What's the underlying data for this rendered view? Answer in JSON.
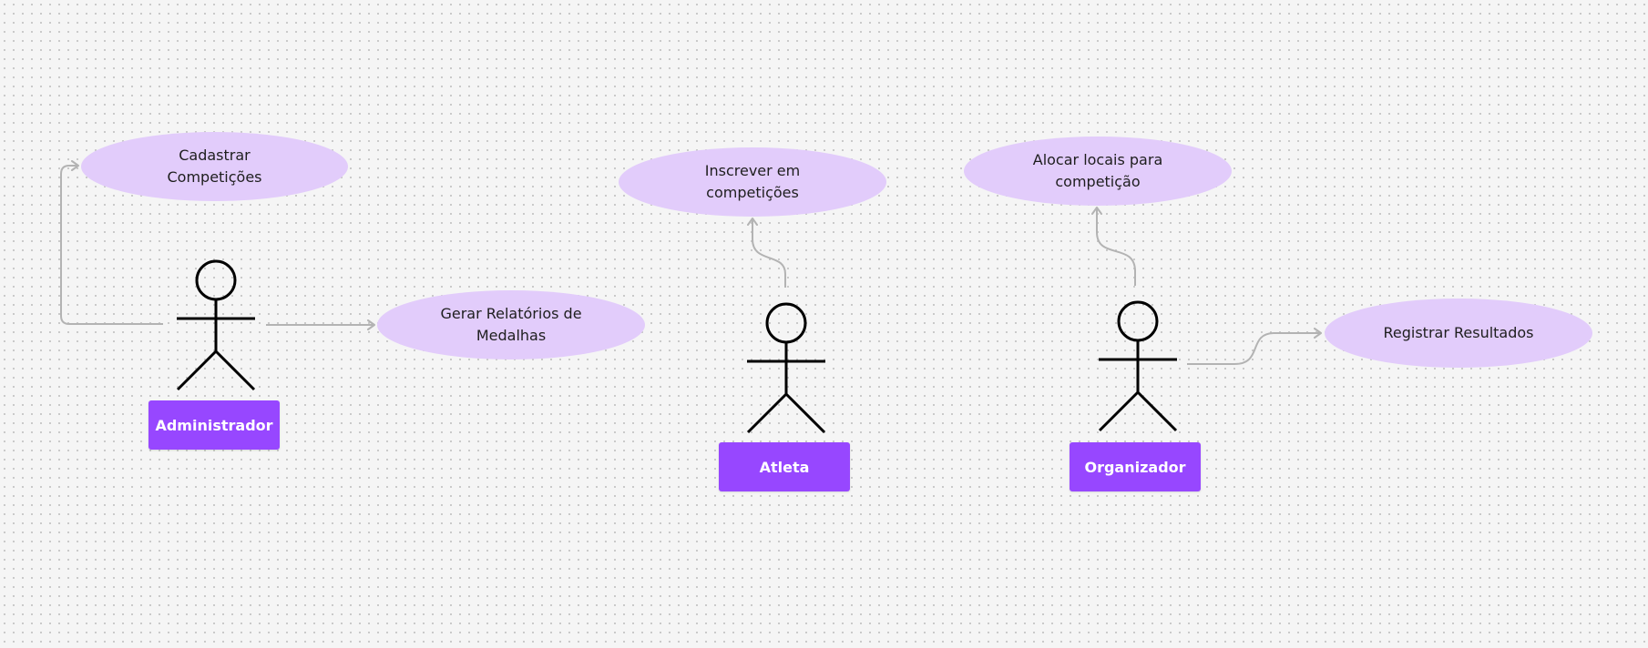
{
  "colors": {
    "canvas_background": "#f5f5f5",
    "dot_grid": "#c6c6c6",
    "use_case_fill": "#e2ccfb",
    "actor_label_fill": "#9747ff",
    "actor_label_text": "#ffffff",
    "connector": "#b3b3b3",
    "stick_figure": "#000000"
  },
  "actors": [
    {
      "id": "administrador",
      "label": "Administrador",
      "icon": "stick-figure-icon"
    },
    {
      "id": "atleta",
      "label": "Atleta",
      "icon": "stick-figure-icon"
    },
    {
      "id": "organizador",
      "label": "Organizador",
      "icon": "stick-figure-icon"
    }
  ],
  "use_cases": [
    {
      "id": "cadastrar",
      "label": "Cadastrar Competições"
    },
    {
      "id": "gerar",
      "label": "Gerar Relatórios de Medalhas"
    },
    {
      "id": "inscrever",
      "label": "Inscrever em competições"
    },
    {
      "id": "alocar",
      "label": "Alocar locais para competição"
    },
    {
      "id": "registrar",
      "label": "Registrar Resultados"
    }
  ],
  "connections": [
    {
      "from": "administrador",
      "to": "cadastrar"
    },
    {
      "from": "administrador",
      "to": "gerar"
    },
    {
      "from": "atleta",
      "to": "inscrever"
    },
    {
      "from": "organizador",
      "to": "alocar"
    },
    {
      "from": "organizador",
      "to": "registrar"
    }
  ]
}
